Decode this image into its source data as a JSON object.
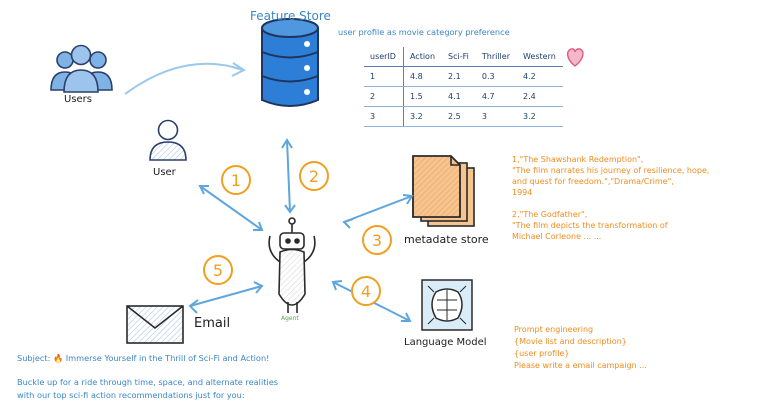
{
  "feature_store": {
    "title": "Feature Store",
    "subtitle": "user profile as movie category preference"
  },
  "preference_table": {
    "headers": [
      "userID",
      "Action",
      "Sci-Fi",
      "Thriller",
      "Western"
    ],
    "rows": [
      [
        "1",
        "4.8",
        "2.1",
        "0.3",
        "4.2"
      ],
      [
        "2",
        "1.5",
        "4.1",
        "4.7",
        "2.4"
      ],
      [
        "3",
        "3.2",
        "2.5",
        "3",
        "3.2"
      ]
    ]
  },
  "labels": {
    "users": "Users",
    "user": "User",
    "agent": "Agent",
    "metadata_store": "metadate store",
    "email": "Email",
    "language_model": "Language Model"
  },
  "steps": [
    "1",
    "2",
    "3",
    "4",
    "5"
  ],
  "metadata_lines": [
    "1,\"The Shawshank Redemption\",",
    "\"The film narrates his journey of resilience, hope,",
    "and quest for freedom.\",\"Drama/Crime\",",
    "1994",
    "",
    "2,\"The Godfather\",",
    "\"The film depicts the transformation of",
    "Michael Corleone ... ..."
  ],
  "prompt_lines": [
    "Prompt engineering",
    "{Movie list and description}",
    "{user profile}",
    "Please write a email campaign ..."
  ],
  "email_copy": {
    "subject": "Subject: 🔥 Immerse Yourself in the Thrill of Sci-Fi and Action!",
    "body_lines": [
      "Buckle up for a ride through time, space, and alternate realities",
      "with our top sci-fi action recommendations just for you:"
    ]
  },
  "colors": {
    "accent_blue": "#3b86c9",
    "arrow_blue": "#5ea6dd",
    "step_orange": "#f0a020",
    "text_orange": "#f08c1e",
    "heart_pink": "#e2577f",
    "doc_fill": "#f6c48f"
  },
  "icons": [
    "users-group-icon",
    "user-icon",
    "database-icon",
    "heart-icon",
    "documents-icon",
    "robot-icon",
    "envelope-icon",
    "brain-chip-icon"
  ]
}
